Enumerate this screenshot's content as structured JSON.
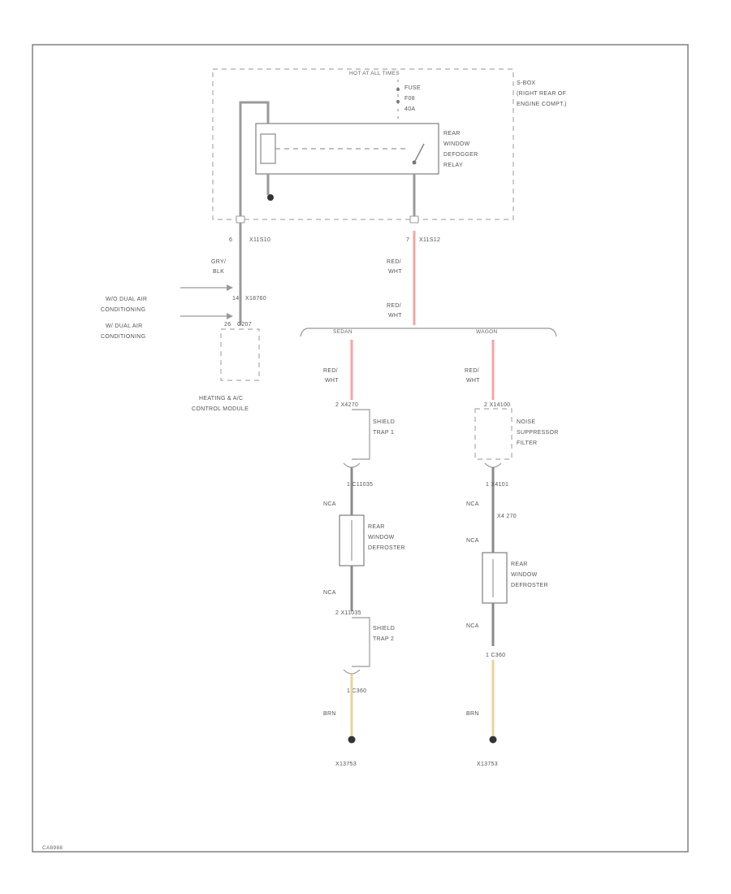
{
  "labels": {
    "hot_at_all_times": "HOT AT ALL TIMES",
    "sjb_line1": "S-BOX",
    "sjb_line2": "(RIGHT REAR OF",
    "sjb_line3": "ENGINE COMPT.)",
    "fuse_line1": "FUSE",
    "fuse_line2": "F08",
    "fuse_line3": "40A",
    "relay_line1": "REAR",
    "relay_line2": "WINDOW",
    "relay_line3": "DEFOGGER",
    "relay_line4": "RELAY",
    "left_pin": "6",
    "left_conn": "X11S10",
    "mid_pin": "7",
    "mid_conn": "X11S12",
    "wire_gry": "GRY/",
    "wire_blk": "BLK",
    "wire_red1_a": "RED/",
    "wire_red1_b": "WHT",
    "wire_red2_a": "RED/",
    "wire_red2_b": "WHT",
    "input1_line1": "W/O DUAL AIR",
    "input1_line2": "CONDITIONING",
    "input2_line1": "W/ DUAL AIR",
    "input2_line2": "CONDITIONING",
    "pin14": "14",
    "conn14": "X18760",
    "pin_c207": "26",
    "conn_c207": "C207",
    "hvac_line1": "HEATING & A/C",
    "hvac_line2": "CONTROL MODULE",
    "branch_left": "SEDAN",
    "branch_right": "WAGON",
    "left_red_a": "RED/",
    "left_red_b": "WHT",
    "right_red_a": "RED/",
    "right_red_b": "WHT",
    "left_c1": "2  X4270",
    "left_shield1_a": "SHIELD",
    "left_shield1_b": "TRAP 1",
    "left_c2": "1  C11035",
    "left_wire_nca1": "NCA",
    "left_def1": "REAR",
    "left_def2": "WINDOW",
    "left_def3": "DEFROSTER",
    "left_wire_nca2": "NCA",
    "left_c3": "2  X11035",
    "left_shield2_a": "SHIELD",
    "left_shield2_b": "TRAP 2",
    "left_c4": "1  C360",
    "left_brn": "BRN",
    "left_ground": "X13753",
    "right_c1": "2  X14100",
    "right_filter1": "NOISE",
    "right_filter2": "SUPPRESSOR",
    "right_filter3": "FILTER",
    "right_c2": "1  X4101",
    "right_wire_nca1": "NCA",
    "right_c3": "X4 270",
    "right_wire_nca2": "NCA",
    "right_def1": "REAR",
    "right_def2": "WINDOW",
    "right_def3": "DEFROSTER",
    "right_wire_nca3": "NCA",
    "right_c4": "1  C360",
    "right_brn": "BRN",
    "right_ground": "X13753",
    "footer_id": "CA8988"
  },
  "colors": {
    "red_wire": "#f4a6a6",
    "brown_wire": "#e8d49a",
    "gray_wire": "#9a9a9a"
  }
}
